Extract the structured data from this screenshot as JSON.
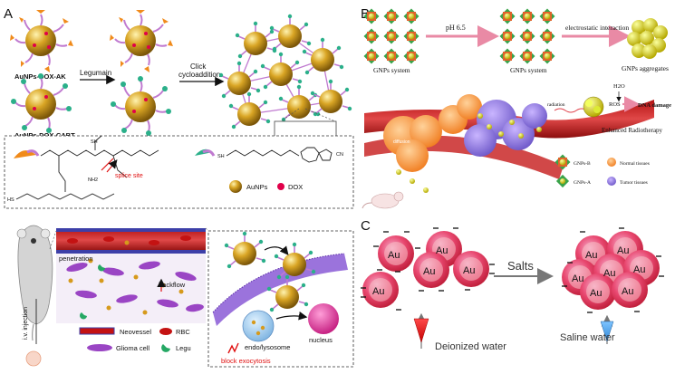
{
  "panel_a": {
    "letter": "A",
    "np_dox_ak": "AuNPs-DOX-AK",
    "np_dox_cabt": "AuNPs-DOX-CABT",
    "legumain": "Legumain",
    "click_line1": "Click",
    "click_line2": "cycloaddition",
    "splice_site": "splice site",
    "sh_label": "SH",
    "hs_label": "HS",
    "nh2_label": "NH2",
    "cn_label": "CN",
    "legend_aunps": "AuNPs",
    "legend_dox": "DOX",
    "penetration": "penetration",
    "backflow": "backflow",
    "iv_injection": "i.v. injection",
    "legend_neovessel": "Neovessel",
    "legend_rbc": "RBC",
    "legend_glioma": "Glioma cell",
    "legend_legu": "Legu",
    "endo_lysosome": "endo/lysosome",
    "nucleus": "nucleus",
    "block_exocytosis": "block exocytosis"
  },
  "panel_b": {
    "letter": "B",
    "gnps_system_1": "GNPs system",
    "ph": "pH 6.5",
    "gnps_system_2": "GNPs system",
    "electrostatic": "electrostatic interaction",
    "gnps_aggregates": "GNPs aggregates",
    "radiation": "radiation",
    "h2o": "H2O",
    "ros": "ROS",
    "dna_damage": "DNA damage",
    "enhanced_radiotherapy": "Enhanced Radiotherapy",
    "diffusion": "diffusion",
    "legend_gnps_b": "GNPs-B",
    "legend_normal": "Normal tissues",
    "legend_gnps_a": "GNPs-A",
    "legend_tumor": "Tumor tissues"
  },
  "panel_c": {
    "letter": "C",
    "au": "Au",
    "salts": "Salts",
    "deionized": "Deionized water",
    "saline": "Saline water"
  }
}
